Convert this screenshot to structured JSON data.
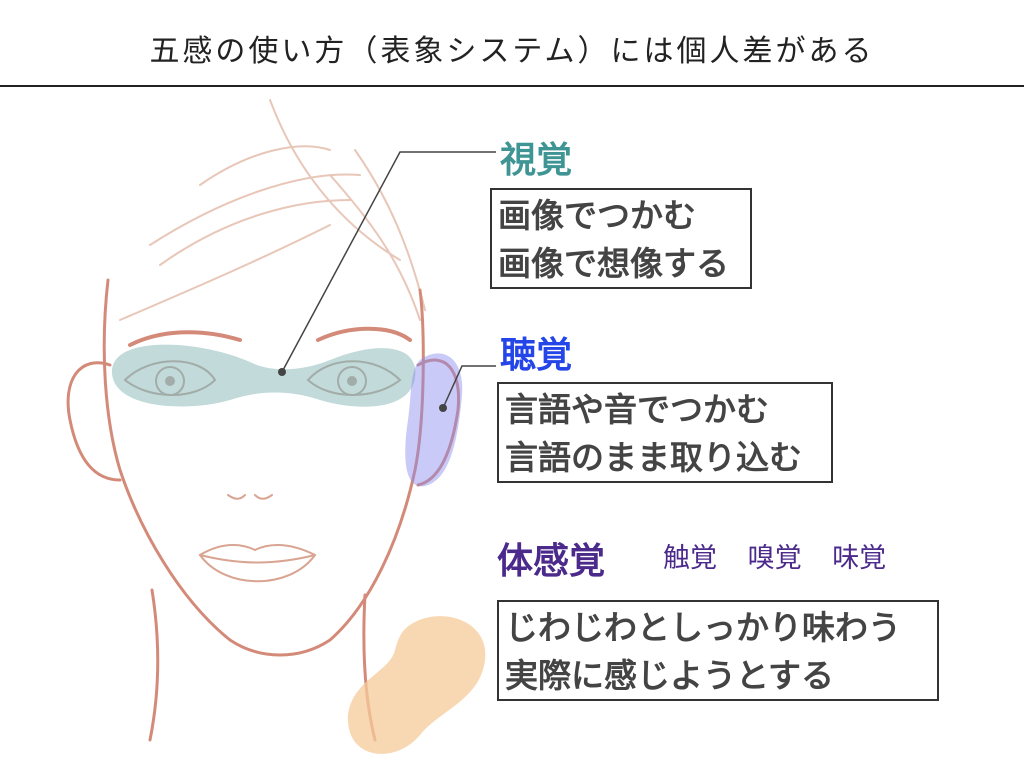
{
  "title": "五感の使い方（表象システム）には個人差がある",
  "visual": {
    "heading": "視覚",
    "lines": [
      "画像でつかむ",
      "画像で想像する"
    ],
    "color": "#3f9494"
  },
  "auditory": {
    "heading": "聴覚",
    "lines": [
      "言語や音でつかむ",
      "言語のまま取り込む"
    ],
    "color": "#2445e8"
  },
  "kinesthetic": {
    "heading": "体感覚",
    "subs": [
      "触覚",
      "嗅覚",
      "味覚"
    ],
    "lines": [
      "じわじわとしっかり味わう",
      "実際に感じようとする"
    ],
    "color": "#4b2a8c"
  }
}
